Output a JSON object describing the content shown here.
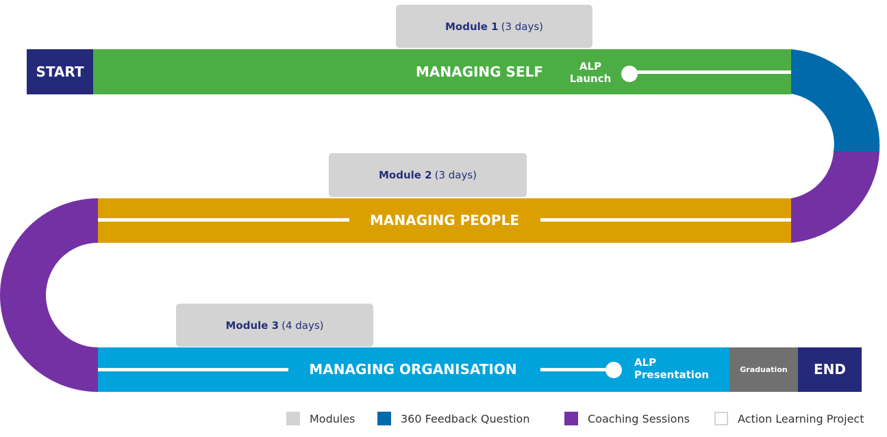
{
  "colors": {
    "green": "#4cad44",
    "gold": "#dba000",
    "cyan": "#00a3dc",
    "navy": "#25297a",
    "blue": "#006aab",
    "purple": "#7431a3",
    "gray_module": "#d3d3d3",
    "graduation_gray": "#707070"
  },
  "start_label": "START",
  "end_label": "END",
  "graduation_label": "Graduation",
  "modules": [
    {
      "name": "Module 1",
      "duration": "(3 days)",
      "track": "MANAGING SELF"
    },
    {
      "name": "Module 2",
      "duration": "(3 days)",
      "track": "MANAGING PEOPLE"
    },
    {
      "name": "Module 3",
      "duration": "(4 days)",
      "track": "MANAGING ORGANISATION"
    }
  ],
  "milestones": {
    "alp_launch": [
      "ALP",
      "Launch"
    ],
    "alp_presentation": [
      "ALP",
      "Presentation"
    ]
  },
  "legend": [
    {
      "label": "Modules",
      "color": "#d3d3d3",
      "icon": "square-swatch"
    },
    {
      "label": "360 Feedback Question",
      "color": "#006aab",
      "icon": "square-swatch"
    },
    {
      "label": "Coaching Sessions",
      "color": "#7431a3",
      "icon": "square-swatch"
    },
    {
      "label": "Action Learning Project",
      "color": "#ffffff",
      "icon": "square-outline-swatch"
    }
  ]
}
